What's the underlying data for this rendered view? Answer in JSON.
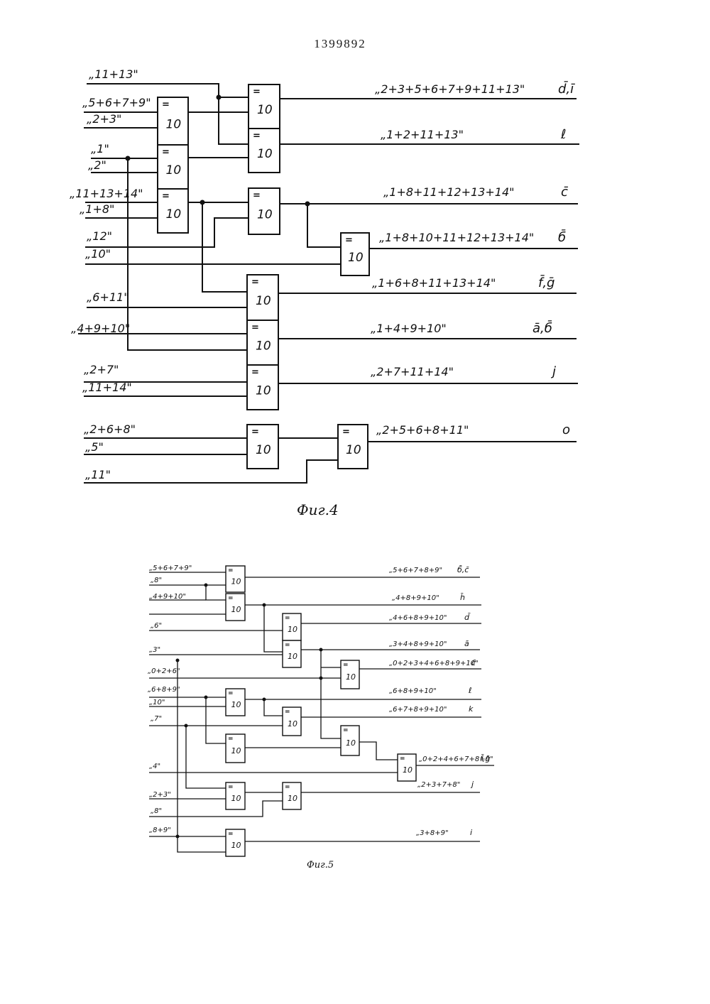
{
  "patent_number": "1399892",
  "figure4": {
    "caption": "Фиг.4",
    "gate_symbol": "=",
    "gate_number": "10",
    "inputs": [
      "„11+13\"",
      "„5+6+7+9\"",
      "„2+3\"",
      "„1\"",
      "„2\"",
      "„11+13+14\"",
      "„1+8\"",
      "„12\"",
      "„10\"",
      "„6+11\"",
      "„4+9+10\"",
      "„2+7\"",
      "„11+14\"",
      "„2+6+8\"",
      "„5\"",
      "„11\""
    ],
    "outputs": [
      {
        "expr": "„2+3+5+6+7+9+11+13\"",
        "letter": "d̄,ī"
      },
      {
        "expr": "„1+2+11+13\"",
        "letter": "ℓ"
      },
      {
        "expr": "„1+8+11+12+13+14\"",
        "letter": "c̄"
      },
      {
        "expr": "„1+8+10+11+12+13+14\"",
        "letter": "б̄"
      },
      {
        "expr": "„1+6+8+11+13+14\"",
        "letter": "f̄,ḡ"
      },
      {
        "expr": "„1+4+9+10\"",
        "letter": "ā,б̄"
      },
      {
        "expr": "„2+7+11+14\"",
        "letter": "j"
      },
      {
        "expr": "„2+5+6+8+11\"",
        "letter": "o"
      }
    ]
  },
  "figure5": {
    "caption": "Фиг.5",
    "gate_symbol": "=",
    "gate_number": "10",
    "inputs": [
      "„5+6+7+9\"",
      "„8\"",
      "„4+9+10\"",
      "„6\"",
      "„3\"",
      "„0+2+6\"",
      "„6+8+9\"",
      "„10\"",
      "„7\"",
      "„4\"",
      "„2+3\"",
      "„8\"",
      "„8+9\""
    ],
    "outputs": [
      {
        "expr": "„5+6+7+8+9\"",
        "letter": "б̄,c̄"
      },
      {
        "expr": "„4+8+9+10\"",
        "letter": "h̄"
      },
      {
        "expr": "„4+6+8+9+10\"",
        "letter": "d̄"
      },
      {
        "expr": "„3+4+8+9+10\"",
        "letter": "ā"
      },
      {
        "expr": "„0+2+3+4+6+8+9+10\"",
        "letter": "c̄"
      },
      {
        "expr": "„6+8+9+10\"",
        "letter": "ℓ"
      },
      {
        "expr": "„6+7+8+9+10\"",
        "letter": "k"
      },
      {
        "expr": "„0+2+4+6+7+8+9\"",
        "letter": "f̄,ḡ"
      },
      {
        "expr": "„2+3+7+8\"",
        "letter": "j"
      },
      {
        "expr": "„3+8+9\"",
        "letter": "i"
      }
    ]
  }
}
